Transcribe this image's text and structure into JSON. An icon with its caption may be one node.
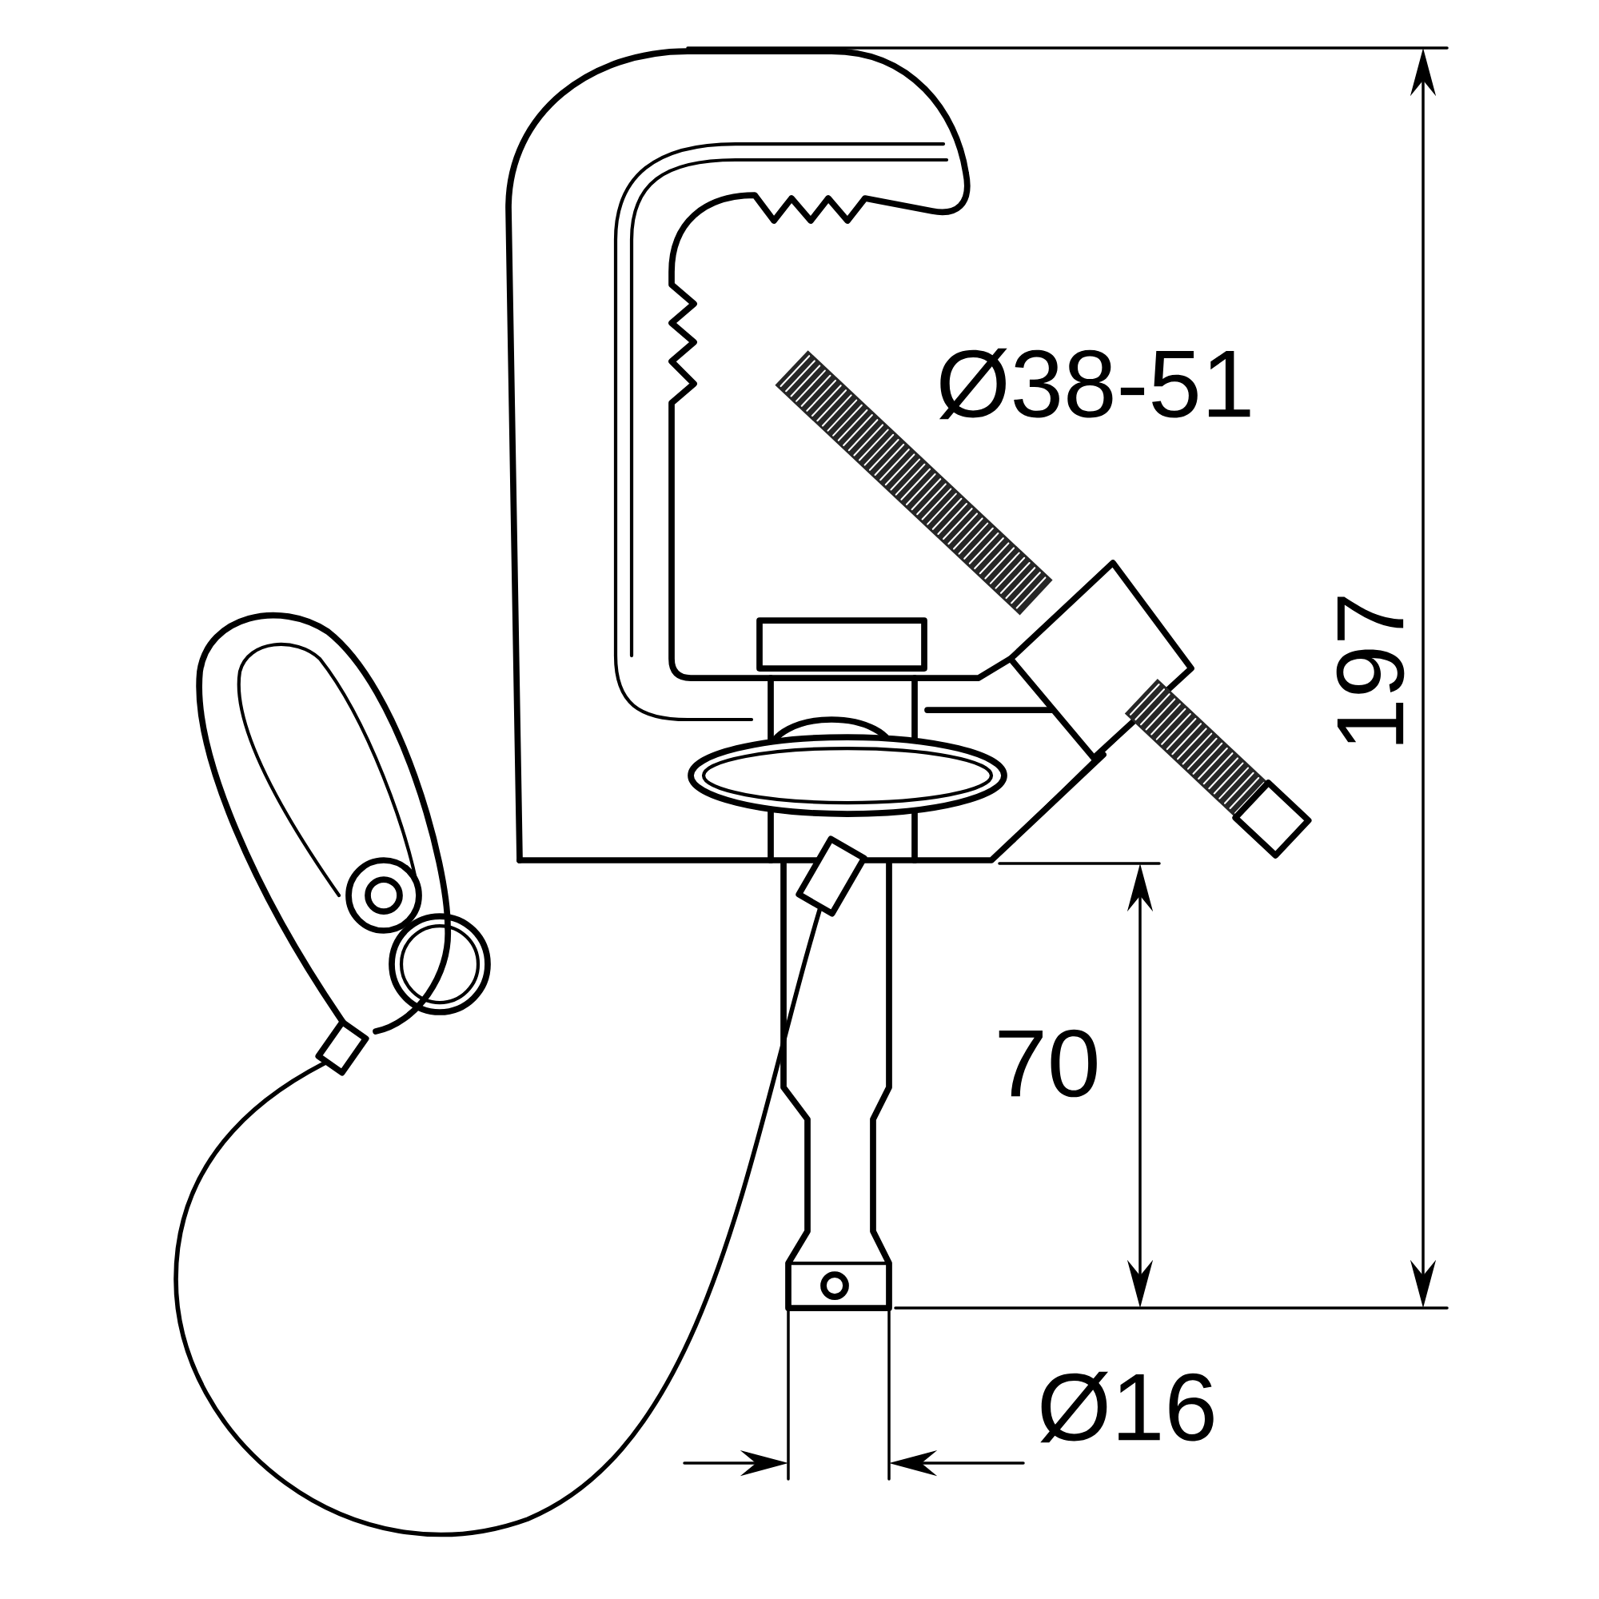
{
  "diagram": {
    "labels": [
      "Ø38-51",
      "197",
      "70",
      "Ø16"
    ]
  }
}
